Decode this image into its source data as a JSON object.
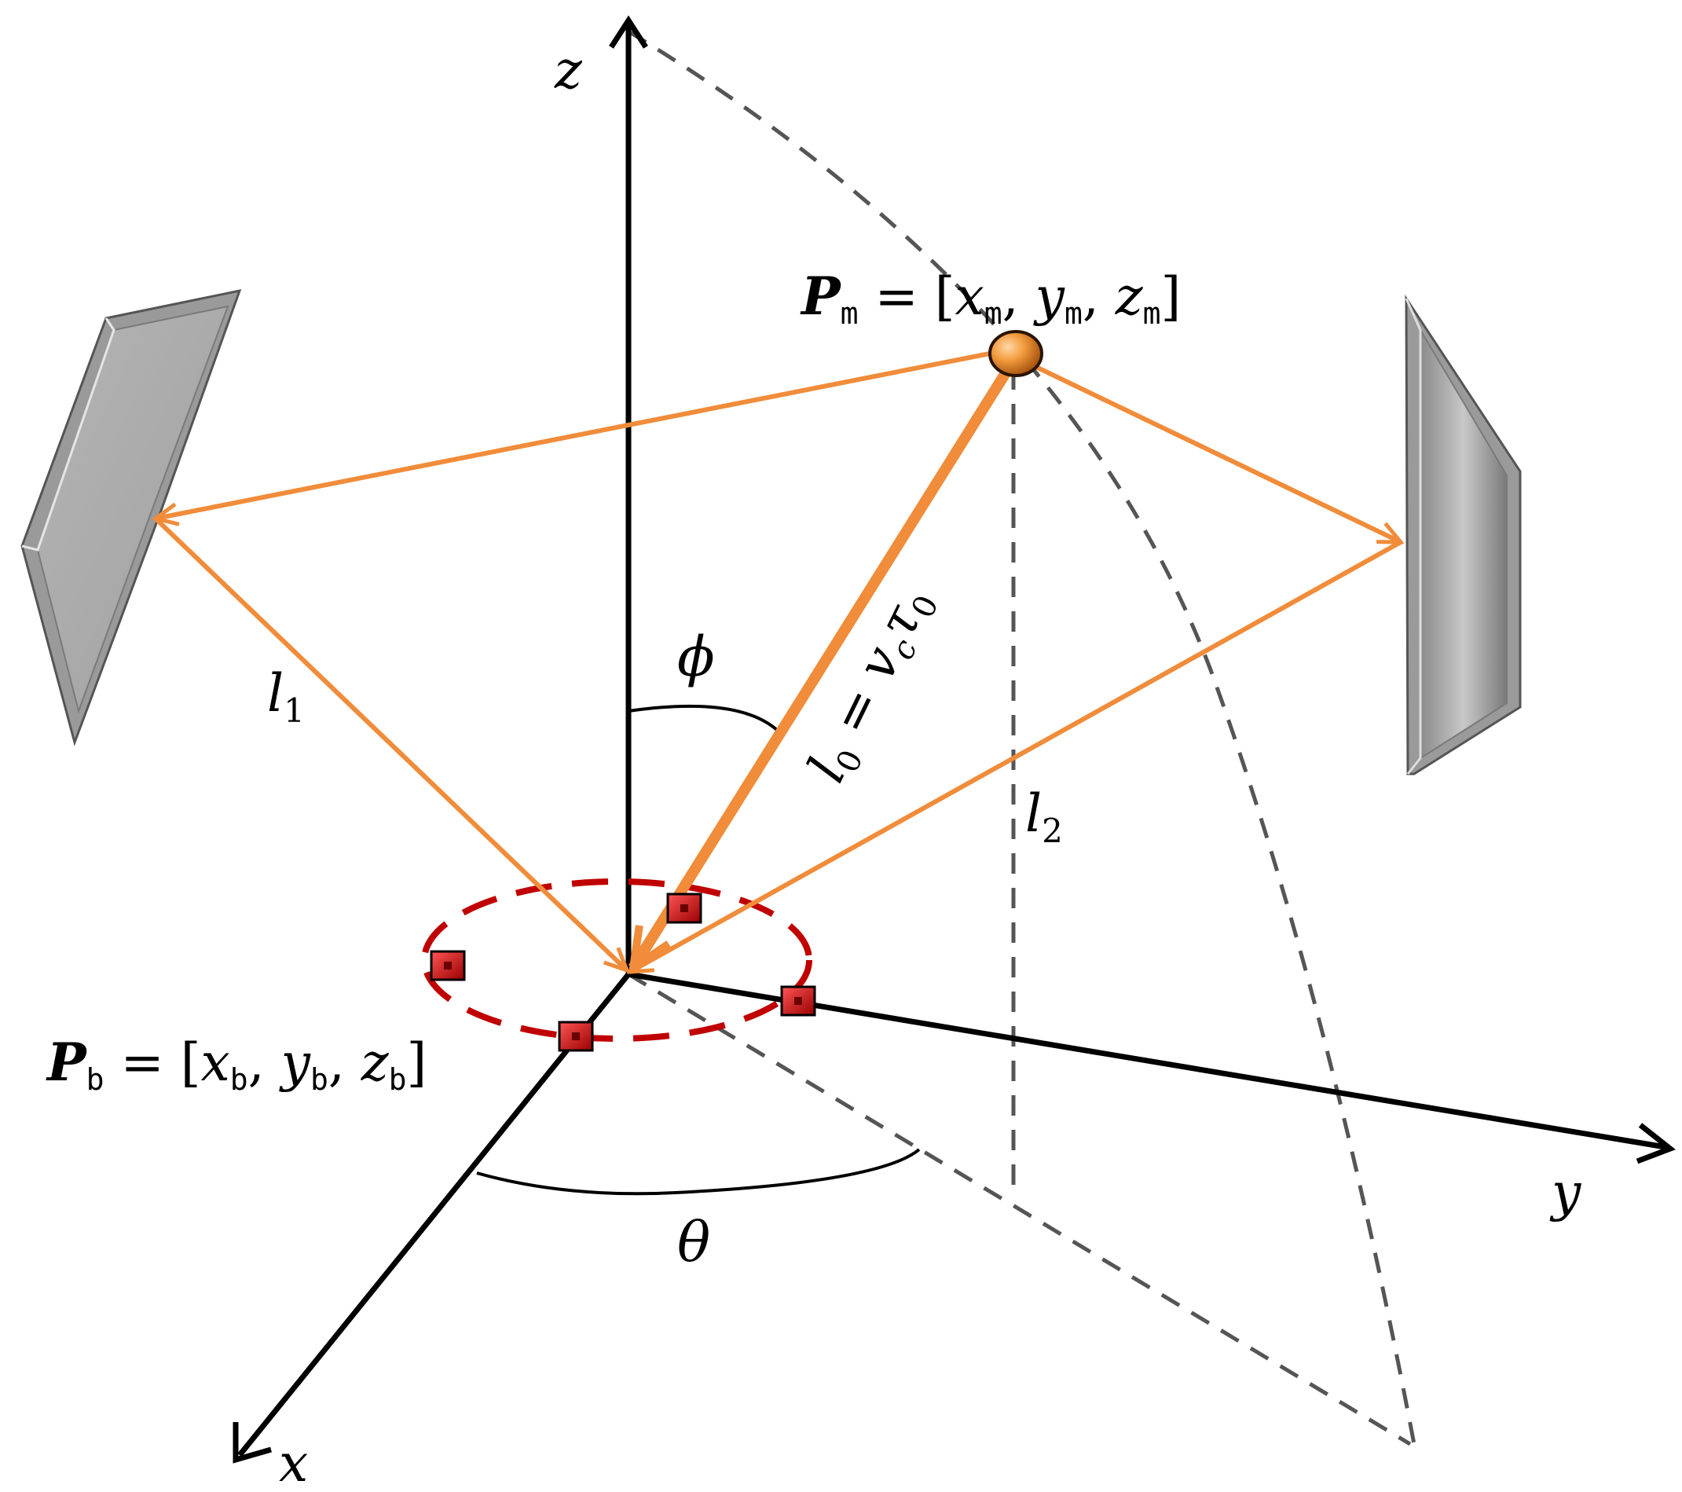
{
  "labels": {
    "z_axis": "z",
    "y_axis": "y",
    "x_axis": "x",
    "phi": "ϕ",
    "theta": "θ",
    "l1_base": "l",
    "l1_sub": "1",
    "l2_base": "l",
    "l2_sub": "2",
    "l0": {
      "base": "l",
      "sub": "0",
      "eq": " = ",
      "v": "v",
      "v_sub": "c",
      "tau": "τ",
      "tau_sub": "0"
    },
    "pm": {
      "P": "P",
      "sub": "m",
      "eq": " = [",
      "x": "x",
      "y": "y",
      "z": "z",
      "comma": ", ",
      "close": "]"
    },
    "pb": {
      "P": "P",
      "sub": "b",
      "eq": " = [",
      "x": "x",
      "y": "y",
      "z": "z",
      "comma": ", ",
      "close": "]"
    }
  },
  "colors": {
    "ray": "#f08c3a",
    "ring": "#c00000",
    "sensor": "#cc1111",
    "reflector": "#a8a8a8",
    "axis": "#000000",
    "guide": "#555555"
  }
}
